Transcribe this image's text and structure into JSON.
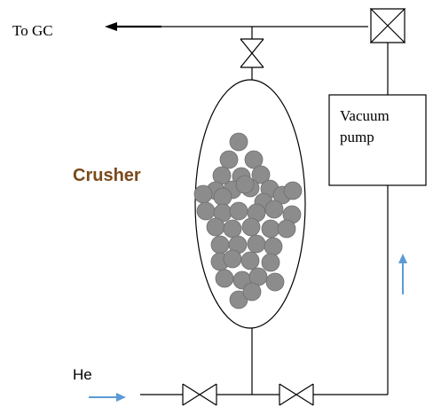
{
  "labels": {
    "to_gc": "To GC",
    "pump_line1": "Vacuum",
    "pump_line2": "pump",
    "crusher": "Crusher",
    "he": "He"
  },
  "colors": {
    "line": "#000000",
    "particle_fill": "#8c8c8c",
    "particle_stroke": "#6e6e6e",
    "crusher_label": "#7a4a1a",
    "flow_arrow": "#5b9bd5"
  },
  "icons": {
    "valve": "bowtie-valve-icon",
    "flow": "flow-arrow-icon"
  }
}
